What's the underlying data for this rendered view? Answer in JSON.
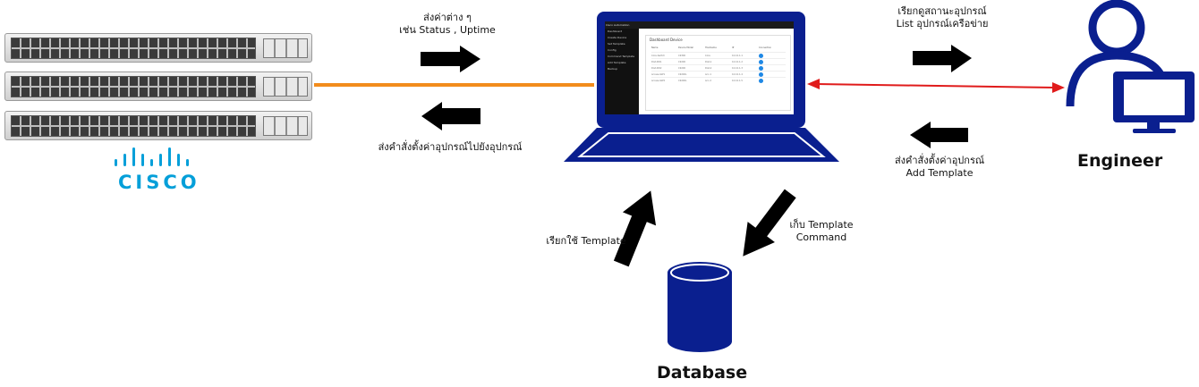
{
  "colors": {
    "laptop": "#0a1f8f",
    "switch_link": "#f28c1c",
    "engineer_link": "#e01b1b",
    "cisco": "#049fd9",
    "arrow": "#000000"
  },
  "icons": [
    "cisco-switch-stack",
    "cisco-logo",
    "laptop-icon",
    "engineer-icon",
    "database-icon",
    "arrow-icon"
  ],
  "labels": {
    "top_left_1": "ส่งค่าต่าง ๆ",
    "top_left_2": "เช่น Status , Uptime",
    "bottom_left": "ส่งคำสั่งตั้งค่าอุปกรณ์ไปยังอุปกรณ์",
    "top_right_1": "เรียกดูสถานะอุปกรณ์",
    "top_right_2": "List อุปกรณ์เครือข่าย",
    "bottom_right_1": "ส่งคำสั่งตั้งค่าอุปกรณ์",
    "bottom_right_2": "Add Template",
    "use_template": "เรียกใช้ Template",
    "store_1": "เก็บ Template",
    "store_2": "Command",
    "engineer": "Engineer",
    "database": "Database",
    "cisco": "CISCO"
  }
}
